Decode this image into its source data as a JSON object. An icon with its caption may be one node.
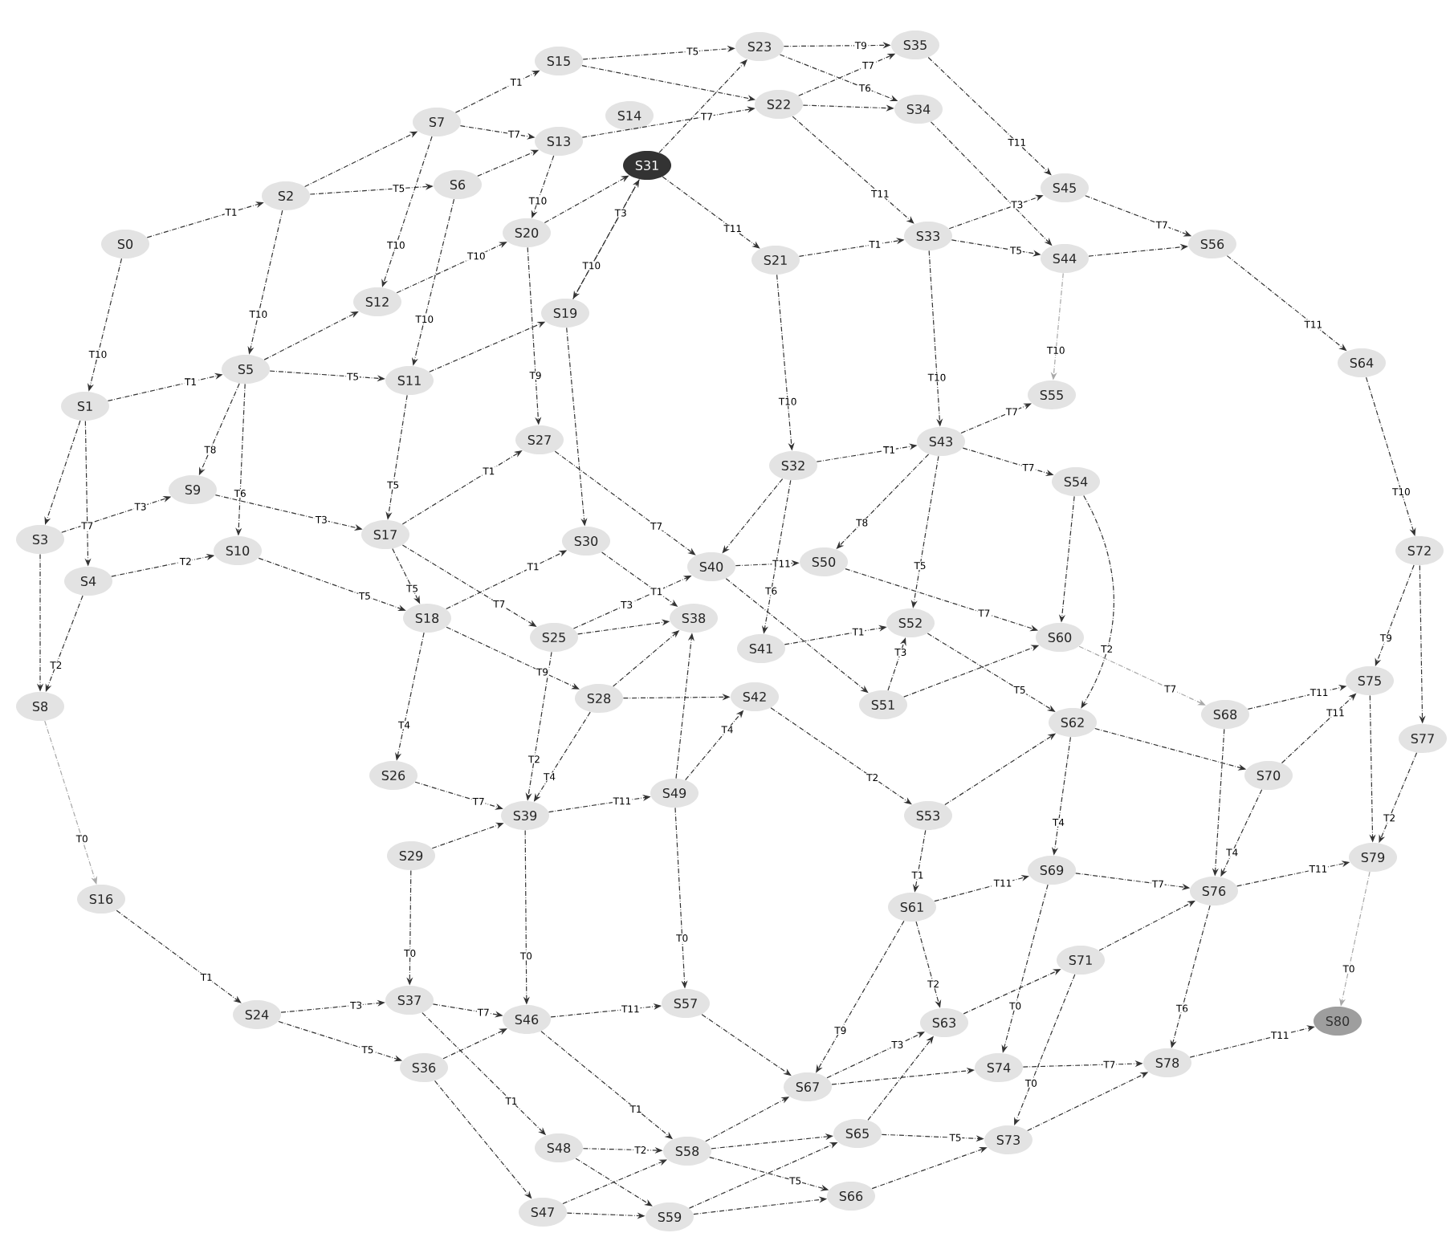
{
  "diagram": {
    "nodes": [
      {
        "text": [
          "S0"
        ]
      },
      {
        "text": [
          "S1"
        ]
      },
      {
        "text": [
          "S2"
        ]
      },
      {
        "text": [
          "S3"
        ]
      },
      {
        "text": [
          "S4"
        ]
      },
      {
        "text": [
          "S5"
        ]
      },
      {
        "text": [
          "S6"
        ]
      },
      {
        "text": [
          "S7"
        ]
      },
      {
        "text": [
          "S8"
        ]
      },
      {
        "text": [
          "S9"
        ]
      },
      {
        "text": [
          "S10"
        ]
      },
      {
        "text": [
          "S11"
        ]
      },
      {
        "text": [
          "S12"
        ]
      },
      {
        "text": [
          "S13"
        ]
      },
      {
        "text": [
          "S14"
        ]
      },
      {
        "text": [
          "S15"
        ]
      },
      {
        "text": [
          "S16"
        ]
      },
      {
        "text": [
          "S17"
        ]
      },
      {
        "text": [
          "S18"
        ]
      },
      {
        "text": [
          "S19"
        ]
      },
      {
        "text": [
          "S20"
        ]
      },
      {
        "text": [
          "S21"
        ]
      },
      {
        "text": [
          "S22"
        ]
      },
      {
        "text": [
          "S23"
        ]
      },
      {
        "text": [
          "S24"
        ]
      },
      {
        "text": [
          "S25"
        ]
      },
      {
        "text": [
          "S26"
        ]
      },
      {
        "text": [
          "S27"
        ]
      },
      {
        "text": [
          "S28"
        ]
      },
      {
        "text": [
          "S29"
        ]
      },
      {
        "text": [
          "S30"
        ]
      },
      {
        "text": [
          "S31"
        ]
      },
      {
        "text": [
          "S32"
        ]
      },
      {
        "text": [
          "S33"
        ]
      },
      {
        "text": [
          "S34"
        ]
      },
      {
        "text": [
          "S35"
        ]
      },
      {
        "text": [
          "S36"
        ]
      },
      {
        "text": [
          "S37"
        ]
      },
      {
        "text": [
          "S38"
        ]
      },
      {
        "text": [
          "S39"
        ]
      },
      {
        "text": [
          "S40"
        ]
      },
      {
        "text": [
          "S41"
        ]
      },
      {
        "text": [
          "S42"
        ]
      },
      {
        "text": [
          "S43"
        ]
      },
      {
        "text": [
          "S44"
        ]
      },
      {
        "text": [
          "S45"
        ]
      },
      {
        "text": [
          "S46"
        ]
      },
      {
        "text": [
          "S47"
        ]
      },
      {
        "text": [
          "S48"
        ]
      },
      {
        "text": [
          "S49"
        ]
      },
      {
        "text": [
          "S50"
        ]
      },
      {
        "text": [
          "S51"
        ]
      },
      {
        "text": [
          "S52"
        ]
      },
      {
        "text": [
          "S53"
        ]
      },
      {
        "text": [
          "S54"
        ]
      },
      {
        "text": [
          "S55"
        ]
      },
      {
        "text": [
          "S56"
        ]
      },
      {
        "text": [
          "S57"
        ]
      },
      {
        "text": [
          "S58"
        ]
      },
      {
        "text": [
          "S59"
        ]
      },
      {
        "text": [
          "S60"
        ]
      },
      {
        "text": [
          "S61"
        ]
      },
      {
        "text": [
          "S62"
        ]
      },
      {
        "text": [
          "S63"
        ]
      },
      {
        "text": [
          "S64"
        ]
      },
      {
        "text": [
          "S65"
        ]
      },
      {
        "text": [
          "S66"
        ]
      },
      {
        "text": [
          "S67"
        ]
      },
      {
        "text": [
          "S68"
        ]
      },
      {
        "text": [
          "S69"
        ]
      },
      {
        "text": [
          "S70"
        ]
      },
      {
        "text": [
          "S71"
        ]
      },
      {
        "text": [
          "S72"
        ]
      },
      {
        "text": [
          "S73"
        ]
      },
      {
        "text": [
          "S74"
        ]
      },
      {
        "text": [
          "S75"
        ]
      },
      {
        "text": [
          "S76"
        ]
      },
      {
        "text": [
          "S77"
        ]
      },
      {
        "text": [
          "S78"
        ]
      },
      {
        "text": [
          "S79"
        ]
      },
      {
        "text": [
          "S80"
        ]
      }
    ],
    "edges": [
      {
        "from": 0,
        "to": 2,
        "arrow": "to",
        "label": "T1"
      },
      {
        "from": 0,
        "to": 1,
        "arrow": "to",
        "label": "T10"
      },
      {
        "from": 2,
        "to": 7,
        "arrow": "to"
      },
      {
        "from": 2,
        "to": 6,
        "arrow": "to",
        "label": "T5"
      },
      {
        "from": 2,
        "to": 5,
        "arrow": "to",
        "label": "T10"
      },
      {
        "from": 1,
        "to": 5,
        "arrow": "to",
        "label": "T1"
      },
      {
        "from": 1,
        "to": 3,
        "arrow": "to"
      },
      {
        "from": 1,
        "to": 4,
        "arrow": "to",
        "label": "T7"
      },
      {
        "from": 3,
        "to": 9,
        "arrow": "to",
        "label": "T3"
      },
      {
        "from": 4,
        "to": 10,
        "arrow": "to",
        "label": "T2"
      },
      {
        "from": 3,
        "to": 8,
        "arrow": "to"
      },
      {
        "from": 4,
        "to": 8,
        "arrow": "to",
        "label": "T2"
      },
      {
        "from": 5,
        "to": 9,
        "arrow": "to",
        "label": "T8"
      },
      {
        "from": 5,
        "to": 10,
        "arrow": "to",
        "label": "T6"
      },
      {
        "from": 5,
        "to": 12,
        "arrow": "to"
      },
      {
        "from": 5,
        "to": 11,
        "arrow": "to",
        "label": "T5"
      },
      {
        "from": 9,
        "to": 17,
        "arrow": "to",
        "label": "T3"
      },
      {
        "from": 10,
        "to": 18,
        "arrow": "to",
        "label": "T5"
      },
      {
        "from": 7,
        "to": 12,
        "arrow": "to",
        "label": "T10"
      },
      {
        "from": 6,
        "to": 11,
        "arrow": "to",
        "label": "T10"
      },
      {
        "from": 12,
        "to": 20,
        "arrow": "to",
        "label": "T10"
      },
      {
        "from": 11,
        "to": 17,
        "arrow": "to",
        "label": "T5"
      },
      {
        "from": 11,
        "to": 19,
        "arrow": "to"
      },
      {
        "from": 17,
        "to": 27,
        "arrow": "to",
        "label": "T1"
      },
      {
        "from": 17,
        "to": 25,
        "arrow": "to",
        "label": "T7"
      },
      {
        "from": 17,
        "to": 18,
        "arrow": "to",
        "label": "T5"
      },
      {
        "from": 18,
        "to": 26,
        "arrow": "to",
        "label": "T4"
      },
      {
        "from": 18,
        "to": 30,
        "arrow": "to",
        "label": "T1"
      },
      {
        "from": 18,
        "to": 28,
        "arrow": "to",
        "label": "T9"
      },
      {
        "from": 7,
        "to": 15,
        "arrow": "to",
        "label": "T1"
      },
      {
        "from": 7,
        "to": 13,
        "arrow": "to",
        "label": "T7"
      },
      {
        "from": 6,
        "to": 13,
        "arrow": "to"
      },
      {
        "from": 13,
        "to": 20,
        "arrow": "to",
        "label": "T10"
      },
      {
        "from": 20,
        "to": 31,
        "arrow": "to"
      },
      {
        "from": 31,
        "to": 19,
        "arrow": "to",
        "label": "T10"
      },
      {
        "from": 19,
        "to": 31,
        "arrow": "to",
        "label": "T3"
      },
      {
        "from": 20,
        "to": 27,
        "arrow": "to",
        "label": "T9"
      },
      {
        "from": 19,
        "to": 30,
        "arrow": "to"
      },
      {
        "from": 27,
        "to": 40,
        "arrow": "to",
        "label": "T7"
      },
      {
        "from": 15,
        "to": 23,
        "arrow": "to",
        "label": "T5"
      },
      {
        "from": 15,
        "to": 22,
        "arrow": "to"
      },
      {
        "from": 13,
        "to": 22,
        "arrow": "to",
        "label": "T7"
      },
      {
        "from": 31,
        "to": 23,
        "arrow": "to"
      },
      {
        "from": 31,
        "to": 21,
        "arrow": "to",
        "label": "T11"
      },
      {
        "from": 21,
        "to": 33,
        "arrow": "to",
        "label": "T1"
      },
      {
        "from": 21,
        "to": 32,
        "arrow": "to",
        "label": "T10"
      },
      {
        "from": 22,
        "to": 34,
        "arrow": "to"
      },
      {
        "from": 22,
        "to": 33,
        "arrow": "to",
        "label": "T11"
      },
      {
        "from": 23,
        "to": 35,
        "arrow": "to",
        "label": "T9"
      },
      {
        "from": 23,
        "to": 34,
        "arrow": "to",
        "label": "T6"
      },
      {
        "from": 22,
        "to": 35,
        "arrow": "to",
        "label": "T7"
      },
      {
        "from": 35,
        "to": 45,
        "arrow": "to",
        "label": "T11"
      },
      {
        "from": 34,
        "to": 44,
        "arrow": "to"
      },
      {
        "from": 33,
        "to": 45,
        "arrow": "to",
        "label": "T3"
      },
      {
        "from": 33,
        "to": 44,
        "arrow": "to",
        "label": "T5"
      },
      {
        "from": 33,
        "to": 43,
        "arrow": "to",
        "label": "T10"
      },
      {
        "from": 45,
        "to": 56,
        "arrow": "to",
        "label": "T7"
      },
      {
        "from": 44,
        "to": 56,
        "arrow": "to"
      },
      {
        "from": 44,
        "to": 55,
        "arrow": "to",
        "label": "T10",
        "color": "#a8a8a8"
      },
      {
        "from": 56,
        "to": 64,
        "arrow": "to",
        "label": "T11"
      },
      {
        "from": 64,
        "to": 72,
        "arrow": "to",
        "label": "T10"
      },
      {
        "from": 43,
        "to": 55,
        "arrow": "to",
        "label": "T7"
      },
      {
        "from": 43,
        "to": 54,
        "arrow": "to",
        "label": "T7"
      },
      {
        "from": 32,
        "to": 43,
        "arrow": "to",
        "label": "T1"
      },
      {
        "from": 43,
        "to": 50,
        "arrow": "to",
        "label": "T8"
      },
      {
        "from": 43,
        "to": 52,
        "arrow": "to",
        "label": "T5"
      },
      {
        "from": 32,
        "to": 40,
        "arrow": "to"
      },
      {
        "from": 32,
        "to": 41,
        "arrow": "to",
        "label": "T6"
      },
      {
        "from": 40,
        "to": 50,
        "arrow": "to",
        "label": "T11"
      },
      {
        "from": 54,
        "to": 60,
        "arrow": "to"
      },
      {
        "from": 54,
        "to": 62,
        "arrow": "to",
        "label": "T2"
      },
      {
        "from": 50,
        "to": 60,
        "arrow": "to",
        "label": "T7"
      },
      {
        "from": 40,
        "to": 51,
        "arrow": "to"
      },
      {
        "from": 30,
        "to": 38,
        "arrow": "to",
        "label": "T1"
      },
      {
        "from": 25,
        "to": 38,
        "arrow": "to"
      },
      {
        "from": 25,
        "to": 40,
        "arrow": "to",
        "label": "T3"
      },
      {
        "from": 28,
        "to": 42,
        "arrow": "to"
      },
      {
        "from": 28,
        "to": 38,
        "arrow": "to"
      },
      {
        "from": 28,
        "to": 39,
        "arrow": "to",
        "label": "T4"
      },
      {
        "from": 25,
        "to": 39,
        "arrow": "to",
        "label": "T2"
      },
      {
        "from": 26,
        "to": 39,
        "arrow": "to",
        "label": "T7"
      },
      {
        "from": 29,
        "to": 39,
        "arrow": "to"
      },
      {
        "from": 29,
        "to": 37,
        "arrow": "to",
        "label": "T0"
      },
      {
        "from": 39,
        "to": 49,
        "arrow": "to",
        "label": "T11"
      },
      {
        "from": 39,
        "to": 46,
        "arrow": "to",
        "label": "T0"
      },
      {
        "from": 49,
        "to": 38,
        "arrow": "to"
      },
      {
        "from": 49,
        "to": 42,
        "arrow": "to",
        "label": "T4"
      },
      {
        "from": 49,
        "to": 57,
        "arrow": "to",
        "label": "T0"
      },
      {
        "from": 41,
        "to": 52,
        "arrow": "to",
        "label": "T1"
      },
      {
        "from": 51,
        "to": 52,
        "arrow": "to",
        "label": "T3"
      },
      {
        "from": 42,
        "to": 53,
        "arrow": "to",
        "label": "T2"
      },
      {
        "from": 51,
        "to": 60,
        "arrow": "to"
      },
      {
        "from": 52,
        "to": 62,
        "arrow": "to",
        "label": "T5"
      },
      {
        "from": 53,
        "to": 61,
        "arrow": "to",
        "label": "T1"
      },
      {
        "from": 53,
        "to": 62,
        "arrow": "to"
      },
      {
        "from": 61,
        "to": 63,
        "arrow": "to",
        "label": "T2"
      },
      {
        "from": 61,
        "to": 67,
        "arrow": "to",
        "label": "T9"
      },
      {
        "from": 61,
        "to": 69,
        "arrow": "to",
        "label": "T11"
      },
      {
        "from": 62,
        "to": 69,
        "arrow": "to",
        "label": "T4"
      },
      {
        "from": 60,
        "to": 68,
        "arrow": "to",
        "label": "T7",
        "color": "#a8a8a8"
      },
      {
        "from": 62,
        "to": 70,
        "arrow": "to"
      },
      {
        "from": 68,
        "to": 75,
        "arrow": "to",
        "label": "T11"
      },
      {
        "from": 68,
        "to": 76,
        "arrow": "to"
      },
      {
        "from": 70,
        "to": 75,
        "arrow": "to",
        "label": "T11"
      },
      {
        "from": 70,
        "to": 76,
        "arrow": "to",
        "label": "T4"
      },
      {
        "from": 69,
        "to": 76,
        "arrow": "to",
        "label": "T7"
      },
      {
        "from": 69,
        "to": 74,
        "arrow": "to",
        "label": "T0"
      },
      {
        "from": 71,
        "to": 76,
        "arrow": "to"
      },
      {
        "from": 63,
        "to": 71,
        "arrow": "to"
      },
      {
        "from": 71,
        "to": 73,
        "arrow": "to",
        "label": "T0"
      },
      {
        "from": 74,
        "to": 78,
        "arrow": "to",
        "label": "T7"
      },
      {
        "from": 73,
        "to": 78,
        "arrow": "to"
      },
      {
        "from": 76,
        "to": 79,
        "arrow": "to",
        "label": "T11"
      },
      {
        "from": 76,
        "to": 78,
        "arrow": "to",
        "label": "T6"
      },
      {
        "from": 78,
        "to": 80,
        "arrow": "to",
        "label": "T11"
      },
      {
        "from": 79,
        "to": 80,
        "arrow": "to",
        "label": "T0",
        "color": "#a8a8a8"
      },
      {
        "from": 72,
        "to": 75,
        "arrow": "to",
        "label": "T9"
      },
      {
        "from": 72,
        "to": 77,
        "arrow": "to"
      },
      {
        "from": 75,
        "to": 79,
        "arrow": "to"
      },
      {
        "from": 77,
        "to": 79,
        "arrow": "to",
        "label": "T2"
      },
      {
        "from": 8,
        "to": 16,
        "arrow": "to",
        "label": "T0",
        "color": "#a8a8a8"
      },
      {
        "from": 16,
        "to": 24,
        "arrow": "to",
        "label": "T1"
      },
      {
        "from": 24,
        "to": 37,
        "arrow": "to",
        "label": "T3"
      },
      {
        "from": 24,
        "to": 36,
        "arrow": "to",
        "label": "T5"
      },
      {
        "from": 37,
        "to": 46,
        "arrow": "to",
        "label": "T7"
      },
      {
        "from": 36,
        "to": 46,
        "arrow": "to"
      },
      {
        "from": 37,
        "to": 48,
        "arrow": "to",
        "label": "T1"
      },
      {
        "from": 36,
        "to": 47,
        "arrow": "to"
      },
      {
        "from": 46,
        "to": 57,
        "arrow": "to",
        "label": "T11"
      },
      {
        "from": 46,
        "to": 58,
        "arrow": "to",
        "label": "T1"
      },
      {
        "from": 48,
        "to": 58,
        "arrow": "to",
        "label": "T2"
      },
      {
        "from": 47,
        "to": 59,
        "arrow": "to"
      },
      {
        "from": 48,
        "to": 59,
        "arrow": "to"
      },
      {
        "from": 47,
        "to": 58,
        "arrow": "to"
      },
      {
        "from": 58,
        "to": 67,
        "arrow": "to"
      },
      {
        "from": 58,
        "to": 65,
        "arrow": "to"
      },
      {
        "from": 58,
        "to": 66,
        "arrow": "to",
        "label": "T5"
      },
      {
        "from": 59,
        "to": 65,
        "arrow": "to"
      },
      {
        "from": 59,
        "to": 66,
        "arrow": "to"
      },
      {
        "from": 57,
        "to": 67,
        "arrow": "to"
      },
      {
        "from": 67,
        "to": 63,
        "arrow": "to",
        "label": "T3"
      },
      {
        "from": 65,
        "to": 63,
        "arrow": "to"
      },
      {
        "from": 65,
        "to": 73,
        "arrow": "to",
        "label": "T5"
      },
      {
        "from": 66,
        "to": 73,
        "arrow": "to"
      },
      {
        "from": 67,
        "to": 74,
        "arrow": "to"
      }
    ]
  }
}
